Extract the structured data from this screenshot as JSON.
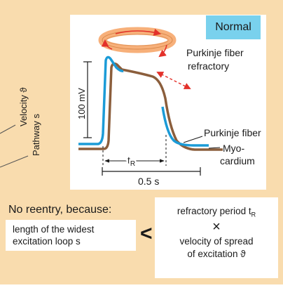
{
  "badge": "Normal",
  "labels": {
    "purkinje_refractory_1": "Purkinje fiber",
    "purkinje_refractory_2": "refractory",
    "purkinje_fiber": "Purkinje fiber",
    "myocardium_1": "Myo-",
    "myocardium_2": "cardium",
    "voltage_scale": "100 mV",
    "refractory_period_base": "t",
    "refractory_period_sub": "R",
    "time_scale": "0.5 s",
    "velocity_base": "Velocity ",
    "velocity_symbol": "ϑ",
    "pathway": "Pathway s"
  },
  "statement": {
    "heading": "No reentry, because:",
    "left_line1": "length of the widest",
    "left_line2": "excitation loop s",
    "operator": "<",
    "right_line1_base": "refractory period t",
    "right_line1_sub": "R",
    "times_symbol": "×",
    "right_line2": "velocity of spread",
    "right_line3": "of excitation ϑ"
  },
  "colors": {
    "background": "#f9dcae",
    "badge": "#79d1ed",
    "purkinje_trace": "#1b9bd7",
    "myocardium_trace": "#8b5e3c",
    "ring": "#f7b07a",
    "arrow_red": "#e3312a"
  }
}
